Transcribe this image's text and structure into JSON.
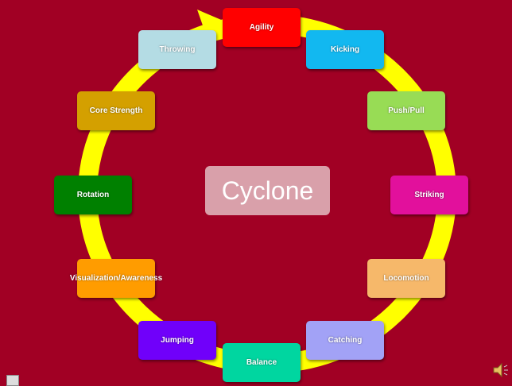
{
  "diagram": {
    "center_label": "Cyclone",
    "items": [
      {
        "label": "Agility",
        "color": "#ff0000"
      },
      {
        "label": "Kicking",
        "color": "#12b8f0"
      },
      {
        "label": "Push/Pull",
        "color": "#98dc55"
      },
      {
        "label": "Striking",
        "color": "#e2109c"
      },
      {
        "label": "Locomotion",
        "color": "#f6b86a"
      },
      {
        "label": "Catching",
        "color": "#a2a2f6"
      },
      {
        "label": "Balance",
        "color": "#00d6a0"
      },
      {
        "label": "Jumping",
        "color": "#7000fa"
      },
      {
        "label": "Visualization/Awareness",
        "color": "#ff9c00"
      },
      {
        "label": "Rotation",
        "color": "#008000"
      },
      {
        "label": "Core Strength",
        "color": "#d4a000"
      },
      {
        "label": "Throwing",
        "color": "#b4dce4"
      }
    ],
    "ring_color": "#ffff00",
    "background": "#a10024"
  },
  "controls": {
    "slide_nav": "slide-nav-icon",
    "audio": "speaker-icon"
  }
}
